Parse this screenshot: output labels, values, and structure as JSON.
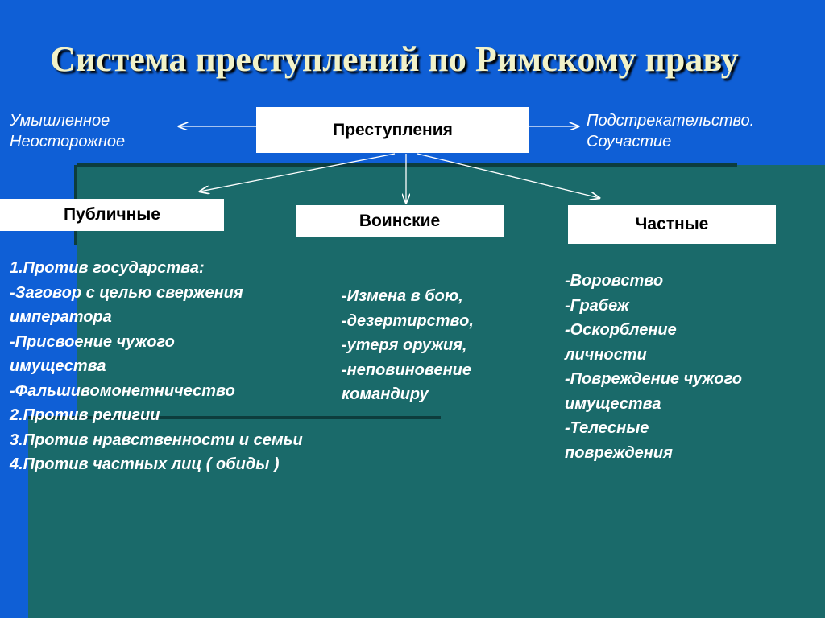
{
  "title": "Система преступлений по Римскому праву",
  "root": {
    "label": "Преступления"
  },
  "left_notes": [
    "Умышленное",
    "Неосторожное"
  ],
  "right_notes": [
    "Подстрекательство.",
    "Соучастие"
  ],
  "categories": [
    {
      "label": "Публичные",
      "items": [
        "1.Против государства:",
        "-Заговор с целью свержения",
        "императора",
        "-Присвоение чужого",
        "имущества",
        "-Фальшивомонетничество",
        "2.Против религии",
        "3.Против нравственности и семьи",
        "4.Против частных лиц ( обиды )"
      ]
    },
    {
      "label": "Воинские",
      "items": [
        "-Измена в бою,",
        "-дезертирство,",
        "-утеря оружия,",
        "-неповиновение",
        "командиру"
      ]
    },
    {
      "label": "Частные",
      "items": [
        "-Воровство",
        "-Грабеж",
        "-Оскорбление",
        "личности",
        "-Повреждение  чужого",
        "имущества",
        "-Телесные",
        "повреждения"
      ]
    }
  ],
  "colors": {
    "background": "#0f5fd6",
    "panel": "#1a6a6a",
    "title": "#f2f2c8",
    "box": "#ffffff"
  }
}
